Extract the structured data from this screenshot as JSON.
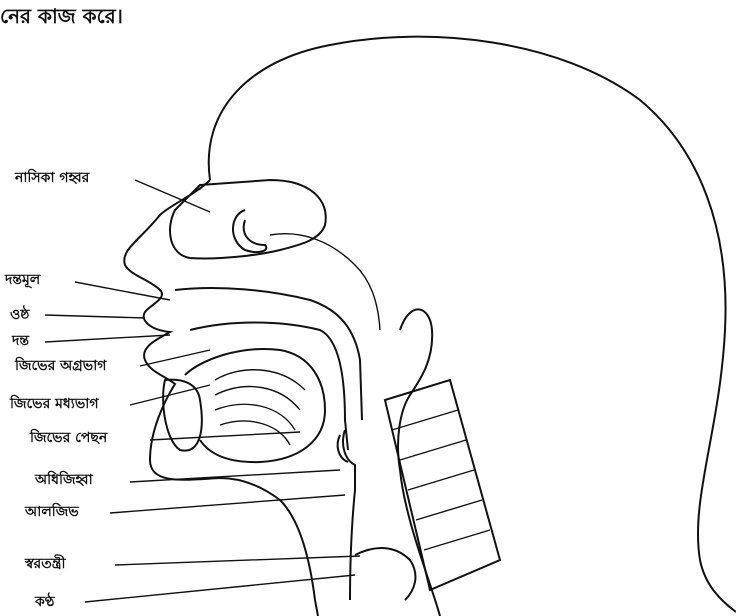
{
  "header": {
    "text": "নের কাজ করে।"
  },
  "labels": {
    "nasal_cavity": "নাসিকা গহ্বর",
    "gums": "দন্তমূল",
    "lips": "ওষ্ঠ",
    "teeth": "দন্ত",
    "tongue_tip": "জিভের অগ্রভাগ",
    "tongue_middle": "জিভের মধ্যভাগ",
    "tongue_back": "জিভের পেছন",
    "epiglottis": "অধিজিহ্বা",
    "uvula": "আলজিভ",
    "vocal_cords": "স্বরতন্ত্রী",
    "throat": "কণ্ঠ"
  }
}
